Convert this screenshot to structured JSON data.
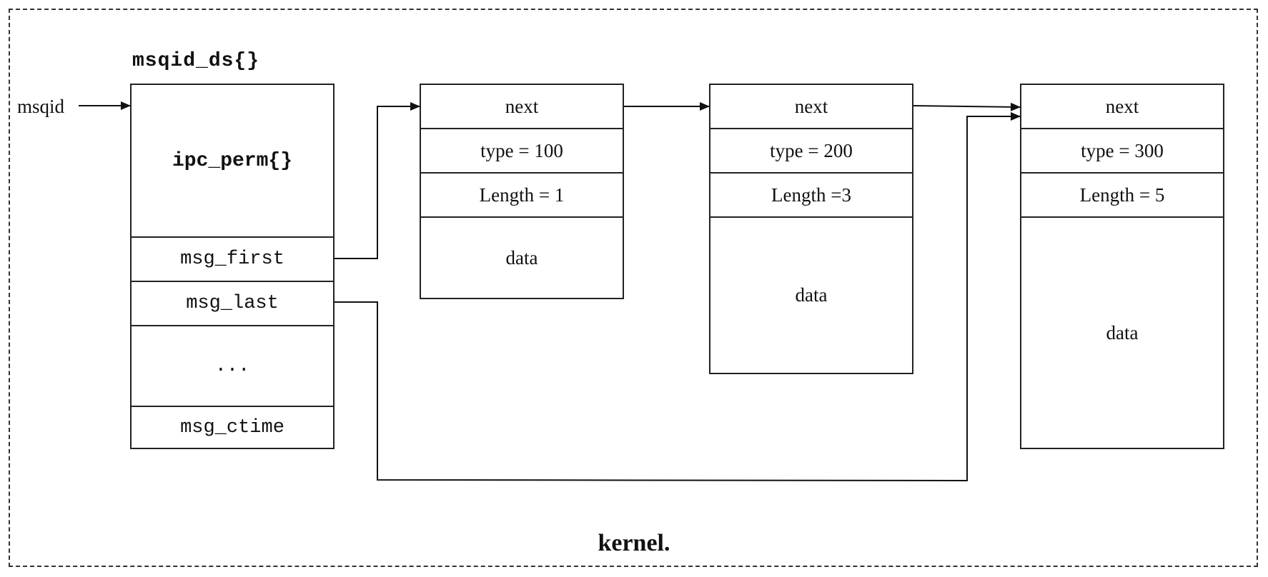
{
  "diagram": {
    "msqid_label": "msqid",
    "struct_title": "msqid_ds{}",
    "struct_fields": {
      "ipc_perm": "ipc_perm{}",
      "msg_first": "msg_first",
      "msg_last": "msg_last",
      "ellipsis": "...",
      "msg_ctime": "msg_ctime"
    },
    "messages": [
      {
        "next": "next",
        "type": "type = 100",
        "length": "Length = 1",
        "data": "data"
      },
      {
        "next": "next",
        "type": "type = 200",
        "length": "Length =3",
        "data": "data"
      },
      {
        "next": "next",
        "type": "type = 300",
        "length": "Length = 5",
        "data": "data"
      }
    ],
    "footer": "kernel."
  }
}
